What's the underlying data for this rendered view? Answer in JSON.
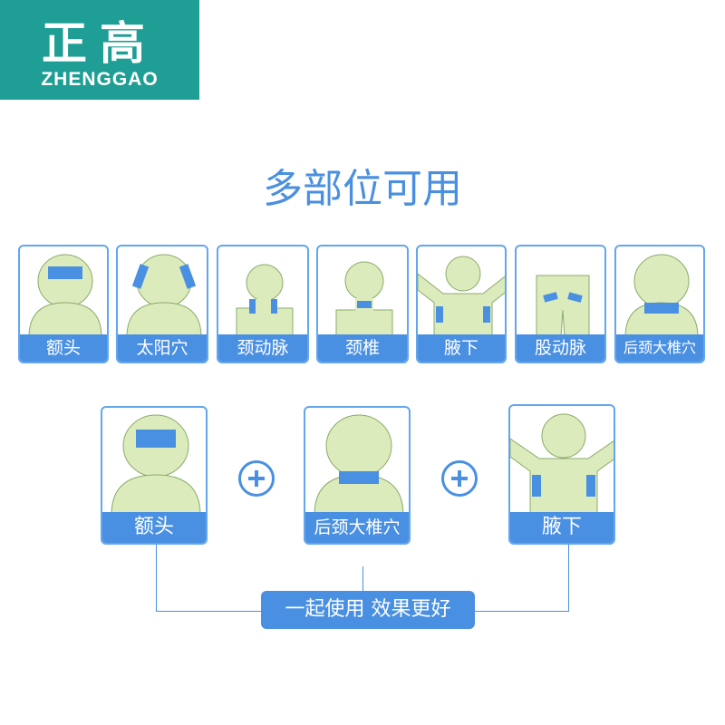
{
  "logo": {
    "cn": "正高",
    "en": "ZHENGGAO"
  },
  "headline": "多部位可用",
  "parts": [
    {
      "label": "额头"
    },
    {
      "label": "太阳穴"
    },
    {
      "label": "颈动脉"
    },
    {
      "label": "颈椎"
    },
    {
      "label": "腋下"
    },
    {
      "label": "股动脉"
    },
    {
      "label": "后颈大椎穴"
    }
  ],
  "combo": [
    {
      "label": "额头"
    },
    {
      "label": "后颈大椎穴"
    },
    {
      "label": "腋下"
    }
  ],
  "combo_caption": "一起使用 效果更好",
  "colors": {
    "brand": "#1e9e94",
    "accent": "#4a90e2",
    "body": "#dcebbc",
    "patch": "#4a90e2"
  }
}
